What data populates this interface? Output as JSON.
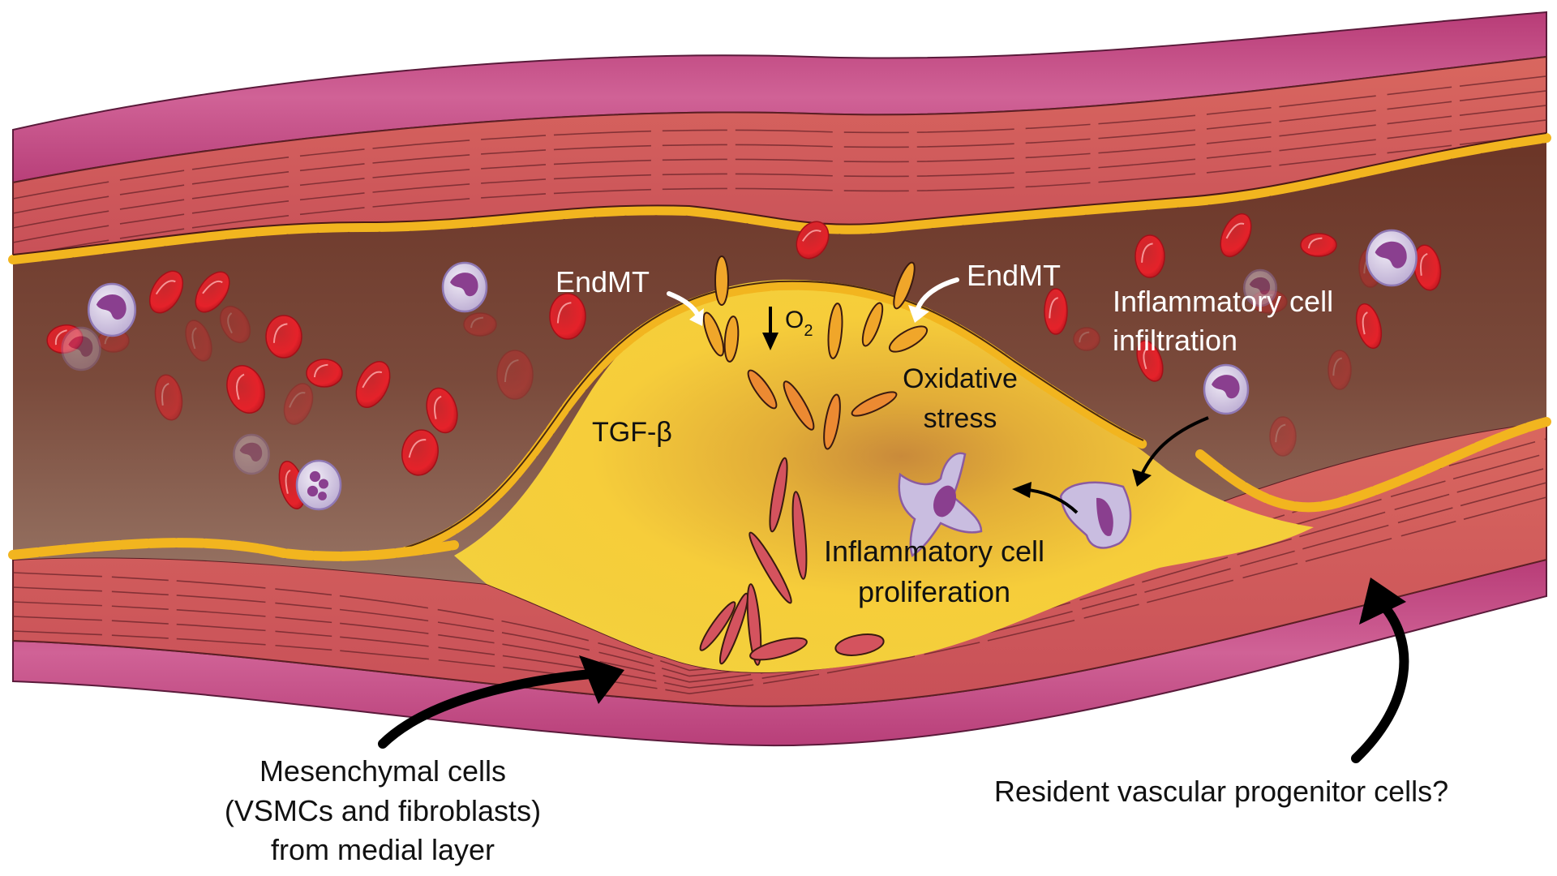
{
  "figure": {
    "title": "Cellular contributors to neointimal lesion formation in a blood vessel",
    "labels": {
      "endmt_left": "EndMT",
      "endmt_right": "EndMT",
      "oxygen": "O",
      "oxygen_subscript": "2",
      "oxygen_direction": "decrease",
      "infiltration_line1": "Inflammatory cell",
      "infiltration_line2": "infiltration",
      "tgf_beta": "TGF-β",
      "oxidative_line1": "Oxidative",
      "oxidative_line2": "stress",
      "proliferation_line1": "Inflammatory cell",
      "proliferation_line2": "proliferation",
      "mesenchymal_line1": "Mesenchymal cells",
      "mesenchymal_line2": "(VSMCs and fibroblasts)",
      "mesenchymal_line3": "from medial layer",
      "progenitor": "Resident vascular progenitor cells?"
    },
    "structures": [
      "adventitia",
      "medial layer (smooth muscle cells)",
      "endothelium",
      "lumen",
      "neointimal plaque",
      "red blood cells",
      "leukocytes",
      "macrophage"
    ],
    "colors": {
      "adventitia": "#c4477f",
      "media": "#d5605c",
      "endothelium": "#f0b027",
      "lumen_top": "#6e3a2b",
      "lumen_bottom": "#9c7a6a",
      "plaque": "#f5c73a",
      "rbc": "#e0202a",
      "leukocyte": "#d8cde6",
      "nucleus": "#8a3f8f",
      "arrow_white": "#ffffff",
      "arrow_black": "#000000"
    }
  }
}
